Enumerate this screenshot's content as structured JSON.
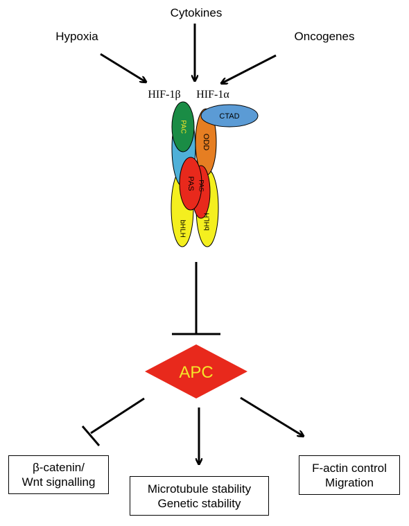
{
  "inputs": {
    "hypoxia": "Hypoxia",
    "cytokines": "Cytokines",
    "oncogenes": "Oncogenes"
  },
  "complex": {
    "hif1b": "HIF-1β",
    "hif1a": "HIF-1α",
    "domains": {
      "ctad": "CTAD",
      "pac": "PAC",
      "odd": "ODD",
      "pas": "PAS",
      "pas_hidden": "PAS",
      "bhlh_left": "bHLH",
      "bhlh_right": "bHLH"
    }
  },
  "apc": {
    "label": "APC"
  },
  "outputs": {
    "catenin": {
      "line1": "β-catenin/",
      "line2": "Wnt signalling"
    },
    "microtubule": {
      "line1": "Microtubule stability",
      "line2": "Genetic stability"
    },
    "factin": {
      "line1": "F-actin control",
      "line2": "Migration"
    }
  },
  "colors": {
    "bhlh": "#f4ef1f",
    "pas_blue": "#4fb0d8",
    "pac": "#1a8c45",
    "odd": "#e67e22",
    "pas": "#e8291c",
    "ctad": "#5b9bd5",
    "apc_diamond": "#e8291c",
    "apc_text": "#f5e62a"
  }
}
